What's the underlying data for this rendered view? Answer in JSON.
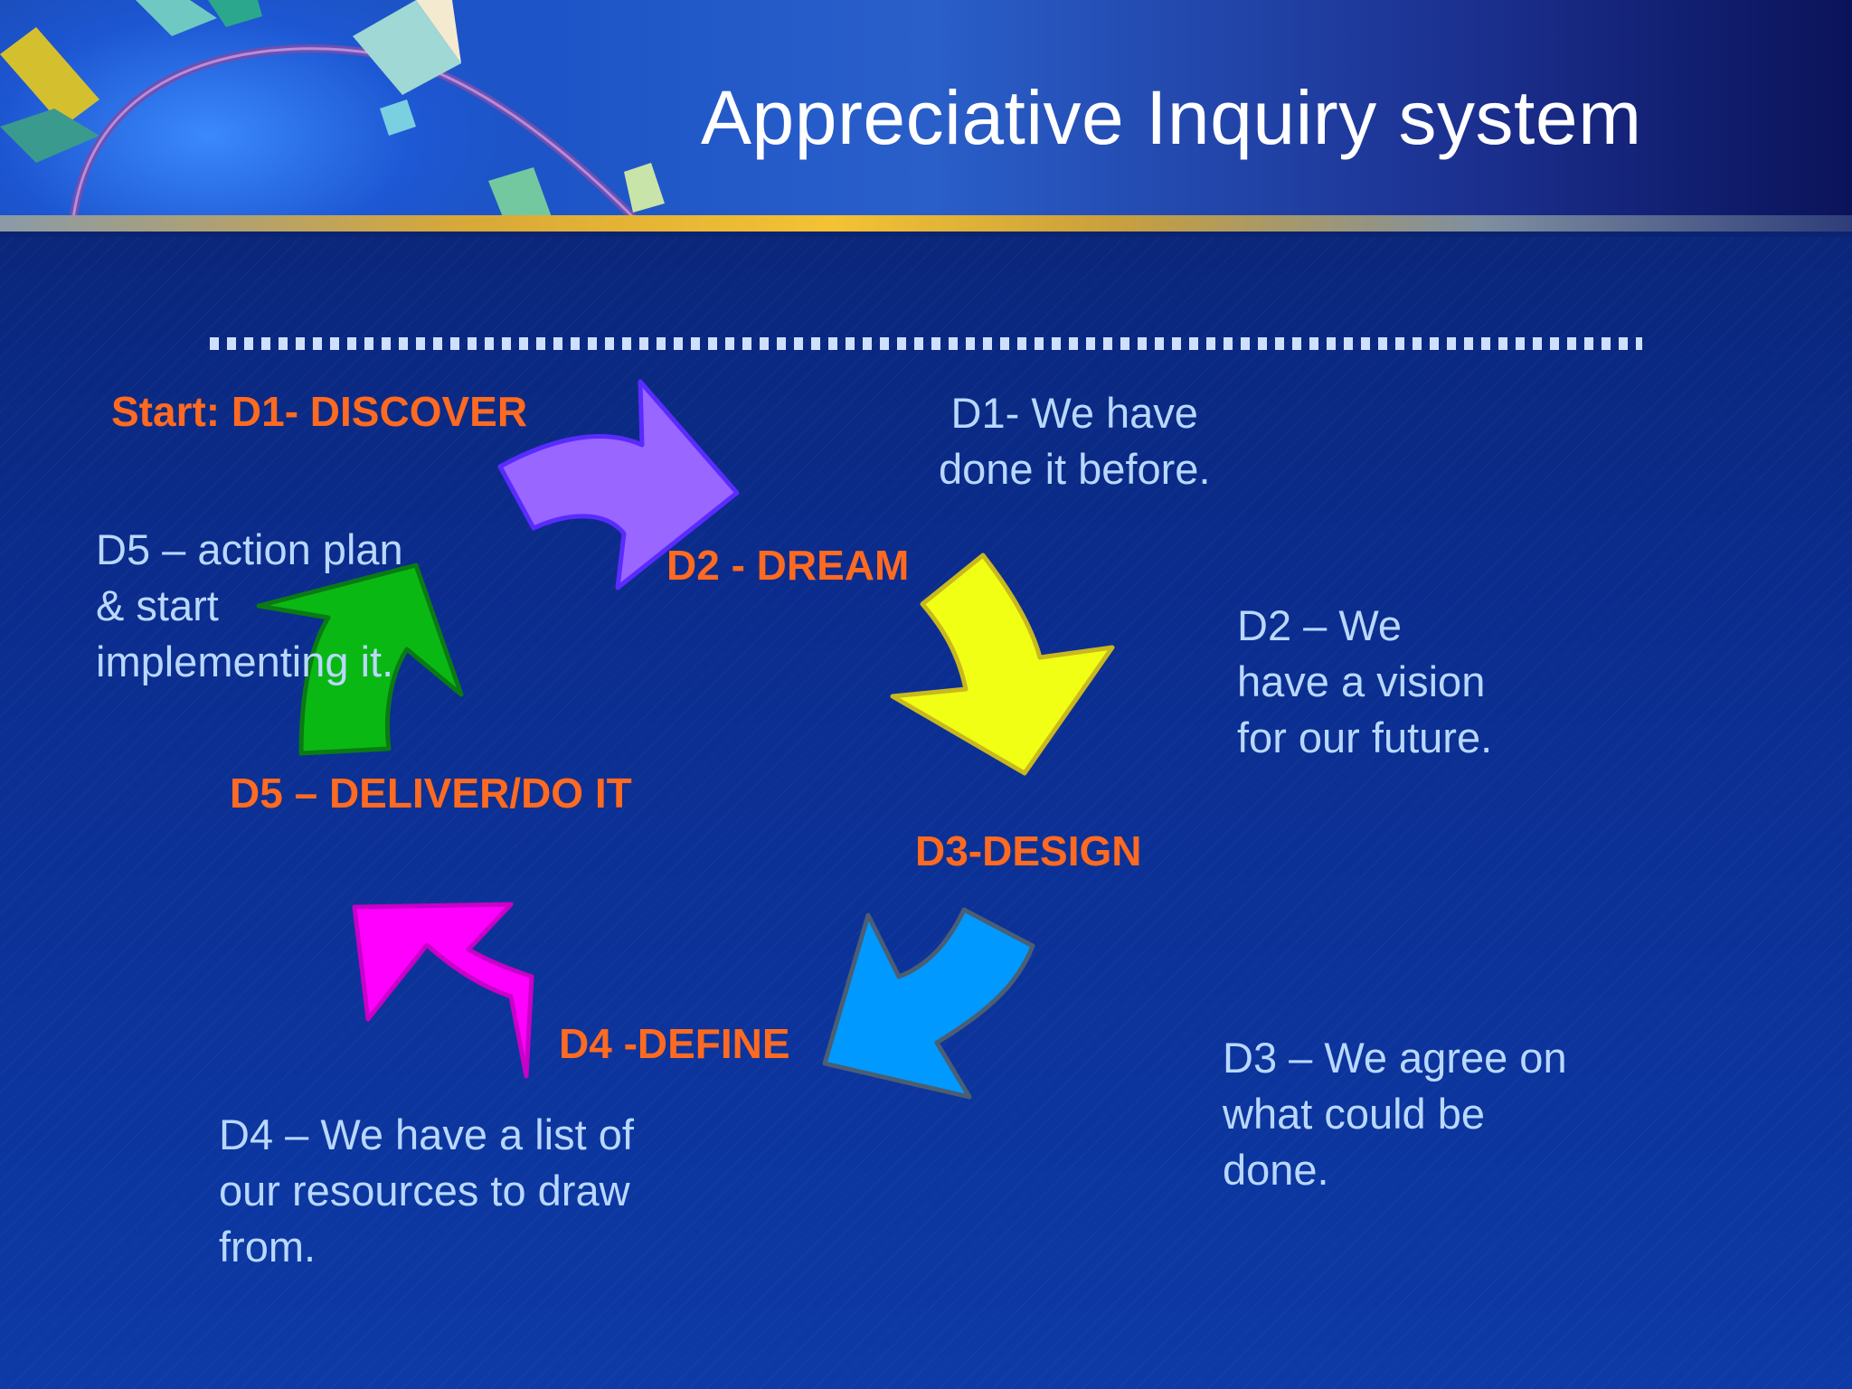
{
  "title": "Appreciative Inquiry system",
  "stages": {
    "d1": "Start: D1- DISCOVER",
    "d2": "D2 - DREAM",
    "d3": "D3-DESIGN",
    "d4": "D4 -DEFINE",
    "d5": "D5 – DELIVER/DO IT"
  },
  "notes": {
    "d1": [
      "D1- We have",
      "done it before."
    ],
    "d2": [
      "D2 – We",
      "have a vision",
      "for our future."
    ],
    "d3": [
      "D3 – We agree on",
      "what could be",
      "done."
    ],
    "d4": [
      "D4 – We have a list of",
      "our resources to draw",
      "from."
    ],
    "d5": [
      "D5 – action plan",
      "& start",
      "implementing it."
    ]
  },
  "colors": {
    "arrow_d1_to_d2": "#9966ff",
    "arrow_d2_to_d3": "#f0ff14",
    "arrow_d3_to_d4": "#0099ff",
    "arrow_d4_to_d5": "#ff00ff",
    "arrow_d5_to_d1": "#0ab814",
    "stage_label": "#ff6a21",
    "note_text": "#b9d8ff"
  }
}
